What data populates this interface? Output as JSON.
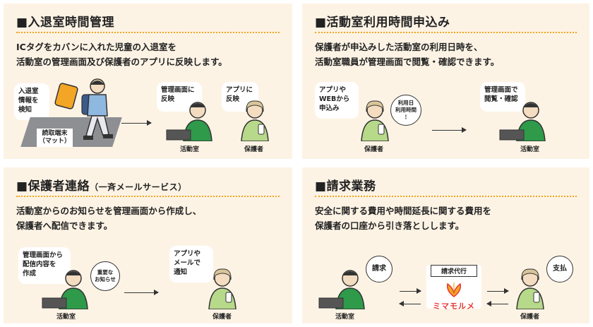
{
  "panel1": {
    "title": "■入退室時間管理",
    "desc1": "ICタグをカバンに入れた児童の入退室を",
    "desc2": "活動室の管理画面及び保護者のアプリに反映します。",
    "bubble_left": [
      "入退室",
      "情報を",
      "検知"
    ],
    "mat_label": [
      "読取端末",
      "（マット）"
    ],
    "bubble_staff": [
      "管理画面に",
      "反映"
    ],
    "bubble_parent": [
      "アプリに",
      "反映"
    ],
    "cap_staff": "活動室",
    "cap_parent": "保護者"
  },
  "panel2": {
    "title": "■活動室利用時間申込み",
    "desc1": "保護者が申込みした活動室の利用日時を、",
    "desc2": "活動室職員が管理画面で閲覧・確認できます。",
    "bubble_parent": [
      "アプリや",
      "WEBから",
      "申込み"
    ],
    "circle": [
      "利用日",
      "利用時間",
      "⋮"
    ],
    "bubble_staff": [
      "管理画面で",
      "閲覧・確認"
    ],
    "cap_parent": "保護者",
    "cap_staff": "活動室"
  },
  "panel3": {
    "title": "■保護者連絡",
    "title_sub": "（一斉メールサービス）",
    "desc1": "活動室からのお知らせを管理画面から作成し、",
    "desc2": "保護者へ配信できます。",
    "bubble_staff": [
      "管理画面から",
      "配信内容を",
      "作成"
    ],
    "circle": [
      "重要な",
      "お知らせ"
    ],
    "bubble_parent": [
      "アプリや",
      "メールで",
      "通知"
    ],
    "cap_staff": "活動室",
    "cap_parent": "保護者"
  },
  "panel4": {
    "title": "■請求業務",
    "desc1": "安全に関する費用や時間延長に関する費用を",
    "desc2": "保護者の口座から引き落としします。",
    "bubble_staff": "請求",
    "bubble_parent": "支払",
    "logo_tag": "請求代行",
    "logo_name": "ミマモルメ",
    "cap_staff": "活動室",
    "cap_parent": "保護者"
  },
  "colors": {
    "panel_bg": "#fdf3e5",
    "dots": "#f0a51e",
    "staff_shirt": "#2e9a4a",
    "parent_shirt": "#b7d98a",
    "brand": "#e53935"
  }
}
